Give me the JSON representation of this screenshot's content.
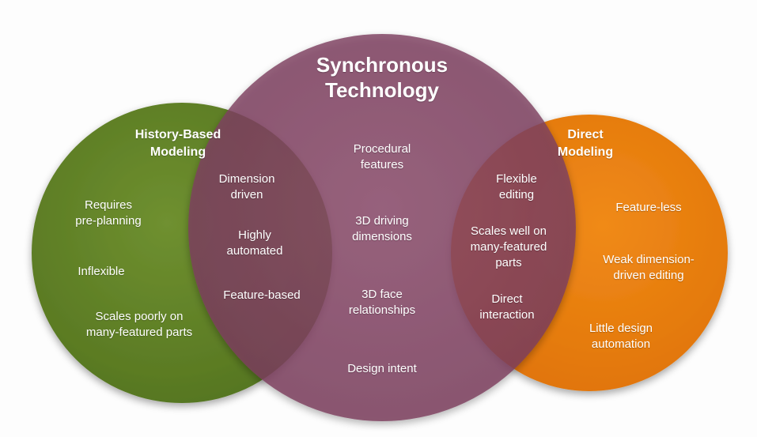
{
  "colors": {
    "background": "#fdfdfd",
    "history_circle": "#5f7e22",
    "direct_circle": "#e57e0e",
    "synchronous_circle": "#8a4a6a",
    "text": "#ffffff"
  },
  "circles": {
    "history": {
      "title": "History-Based\nModeling",
      "items": [
        "Requires\npre-planning",
        "Inflexible",
        "Scales poorly on\nmany-featured parts"
      ]
    },
    "history_sync_overlap": {
      "items": [
        "Dimension\ndriven",
        "Highly\nautomated",
        "Feature-based"
      ]
    },
    "synchronous": {
      "title": "Synchronous\nTechnology",
      "items": [
        "Procedural\nfeatures",
        "3D driving\ndimensions",
        "3D face\nrelationships",
        "Design intent"
      ]
    },
    "sync_direct_overlap": {
      "items": [
        "Flexible\nediting",
        "Scales well on\nmany-featured\nparts",
        "Direct\ninteraction"
      ]
    },
    "direct": {
      "title": "Direct\nModeling",
      "items": [
        "Feature-less",
        "Weak dimension-\ndriven editing",
        "Little design\nautomation"
      ]
    }
  }
}
